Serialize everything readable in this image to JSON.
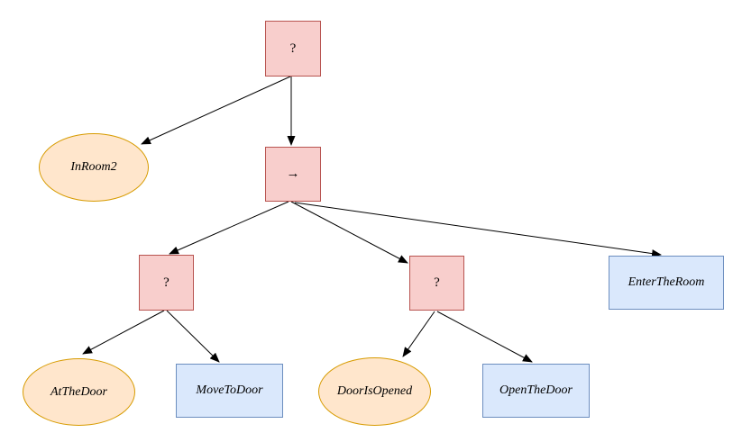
{
  "diagram": {
    "type": "behavior-tree",
    "colors": {
      "background": "#ffffff",
      "composite_fill": "#f8cecc",
      "composite_stroke": "#b85450",
      "condition_fill": "#ffe6cc",
      "condition_stroke": "#d79b00",
      "action_fill": "#dae8fc",
      "action_stroke": "#6c8ebf",
      "edge": "#000000",
      "text": "#000000"
    }
  },
  "nodes": {
    "root": {
      "label": "?",
      "shape": "square",
      "kind": "selector"
    },
    "inroom2": {
      "label": "InRoom2",
      "shape": "ellipse",
      "kind": "condition"
    },
    "sequence": {
      "label": "→",
      "shape": "square",
      "kind": "sequence"
    },
    "selector_left": {
      "label": "?",
      "shape": "square",
      "kind": "selector"
    },
    "selector_right": {
      "label": "?",
      "shape": "square",
      "kind": "selector"
    },
    "entertheroom": {
      "label": "EnterTheRoom",
      "shape": "rect",
      "kind": "action"
    },
    "atthedoor": {
      "label": "AtTheDoor",
      "shape": "ellipse",
      "kind": "condition"
    },
    "movetodoor": {
      "label": "MoveToDoor",
      "shape": "rect",
      "kind": "action"
    },
    "dooropened": {
      "label": "DoorIsOpened",
      "shape": "ellipse",
      "kind": "condition"
    },
    "openthedoor": {
      "label": "OpenTheDoor",
      "shape": "rect",
      "kind": "action"
    }
  },
  "edges": [
    {
      "from": "root",
      "to": "inroom2"
    },
    {
      "from": "root",
      "to": "sequence"
    },
    {
      "from": "sequence",
      "to": "selector_left"
    },
    {
      "from": "sequence",
      "to": "selector_right"
    },
    {
      "from": "sequence",
      "to": "entertheroom"
    },
    {
      "from": "selector_left",
      "to": "atthedoor"
    },
    {
      "from": "selector_left",
      "to": "movetodoor"
    },
    {
      "from": "selector_right",
      "to": "dooropened"
    },
    {
      "from": "selector_right",
      "to": "openthedoor"
    }
  ]
}
